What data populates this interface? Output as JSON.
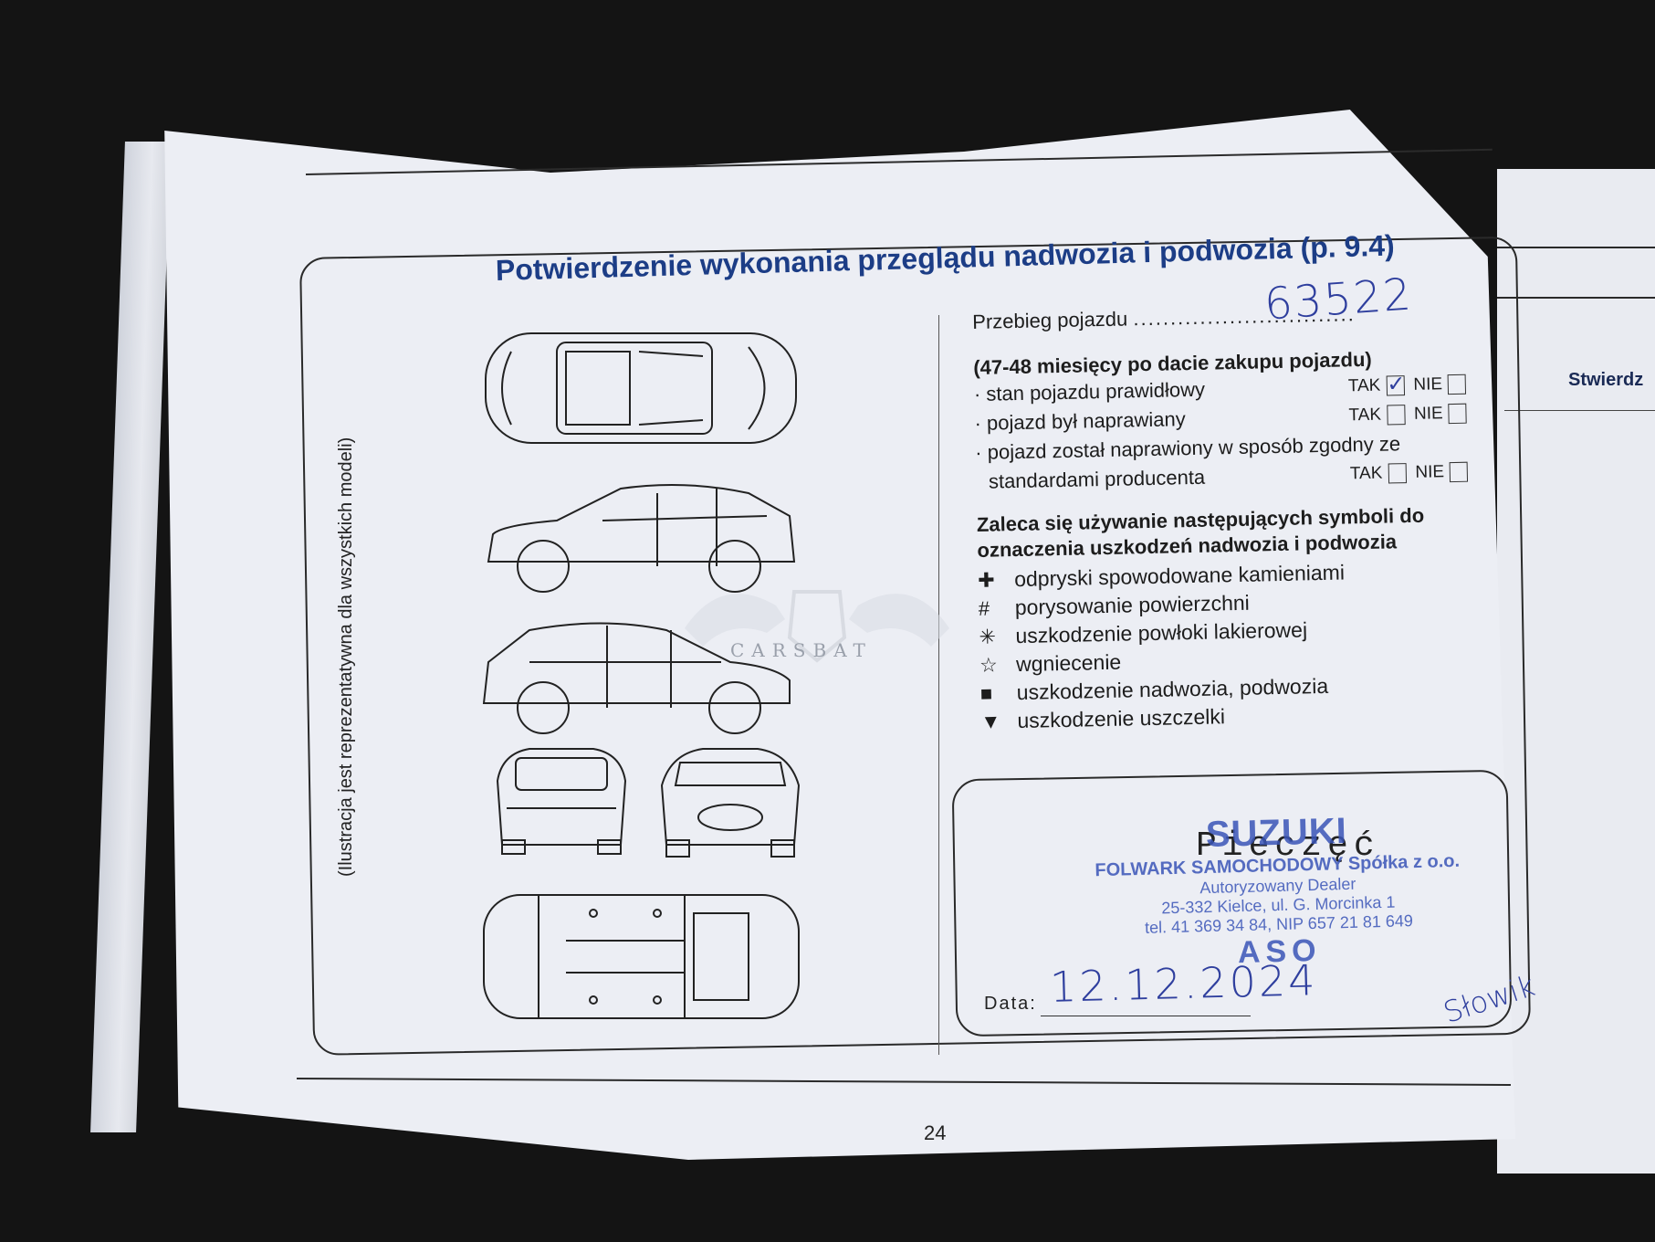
{
  "document": {
    "title": "Potwierdzenie wykonania przeglądu nadwozia i podwozia (p. 9.4)",
    "illustration_note": "(Ilustracja jest reprezentatywna dla wszystkich modeli)",
    "mileage_label": "Przebieg pojazdu",
    "mileage_dots": "..............................",
    "mileage_handwritten": "63522",
    "period": "(47-48 miesięcy po dacie zakupu pojazdu)",
    "questions": [
      {
        "text": "· stan pojazdu prawidłowy",
        "yes": "TAK",
        "no": "NIE",
        "checked": "yes"
      },
      {
        "text": "· pojazd był naprawiany",
        "yes": "TAK",
        "no": "NIE",
        "checked": ""
      },
      {
        "text": "· pojazd został naprawiony w sposób zgodny ze",
        "yes": "",
        "no": "",
        "checked": ""
      },
      {
        "text": "  standardami producenta",
        "yes": "TAK",
        "no": "NIE",
        "checked": ""
      }
    ],
    "symbols_heading_1": "Zaleca się używanie następujących symboli do",
    "symbols_heading_2": "oznaczenia uszkodzeń nadwozia i podwozia",
    "symbols": [
      {
        "glyph": "✚",
        "label": "odpryski spowodowane kamieniami"
      },
      {
        "glyph": "#",
        "label": "porysowanie powierzchni"
      },
      {
        "glyph": "✳",
        "label": "uszkodzenie powłoki lakierowej"
      },
      {
        "glyph": "☆",
        "label": "wgniecenie"
      },
      {
        "glyph": "■",
        "label": "uszkodzenie nadwozia, podwozia"
      },
      {
        "glyph": "▼",
        "label": "uszkodzenie uszczelki"
      }
    ],
    "stamp_label": "Pieczęć",
    "stamp": {
      "brand": "SUZUKI",
      "line1": "FOLWARK SAMOCHODOWY Spółka z o.o.",
      "line2": "Autoryzowany Dealer",
      "line3": "25-332 Kielce, ul. G. Morcinka 1",
      "line4": "tel. 41 369 34 84, NIP 657 21 81 649",
      "aso": "ASO"
    },
    "date_label": "Data:",
    "date_handwritten": "12.12.2024",
    "signature": "Słowik",
    "page_number": "24",
    "next_page_heading": "Stwierdz"
  },
  "watermark": {
    "text": "CARSBAT"
  },
  "colors": {
    "heading_blue": "#1c3d86",
    "ink_blue": "#2f3f9e",
    "stamp_blue": "#3a55b8",
    "paper": "#eceef4"
  }
}
